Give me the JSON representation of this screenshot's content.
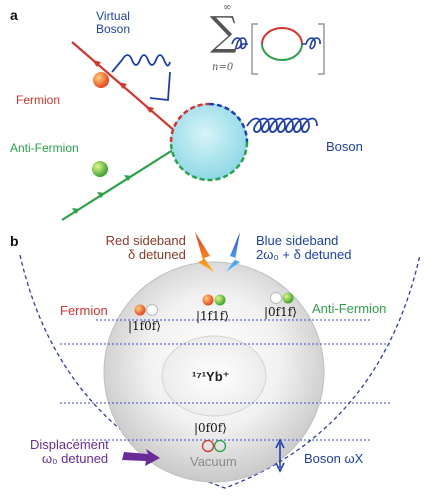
{
  "panel_a": {
    "letter": "a",
    "virtual_boson": [
      "Virtual",
      "Boson"
    ],
    "fermion": "Fermion",
    "anti_fermion": "Anti-Fermion",
    "boson": "Boson",
    "sum_upper": "∞",
    "sum_symbol": "∑",
    "sum_lower": "n=0"
  },
  "panel_b": {
    "letter": "b",
    "red_sideband": [
      "Red sideband",
      "δ detuned"
    ],
    "blue_sideband": [
      "Blue sideband",
      "2ω₀ + δ detuned"
    ],
    "fermion": "Fermion",
    "anti_fermion": "Anti-Fermion",
    "ket_10": "|1f0f⟩",
    "ket_11": "|1f1f⟩",
    "ket_01": "|0f1f⟩",
    "ion": "¹⁷¹Yb⁺",
    "ket_00": "|0f0f⟩",
    "vacuum": "Vacuum",
    "displacement": [
      "Displacement",
      "ω₀ detuned"
    ],
    "boson": "Boson ωX"
  },
  "colors": {
    "fermion": "#d8332b",
    "anti_fermion": "#2aa24a",
    "boson": "#1f3fb0",
    "blob": "#a9e4ee",
    "displacement": "#6a2a9a"
  }
}
